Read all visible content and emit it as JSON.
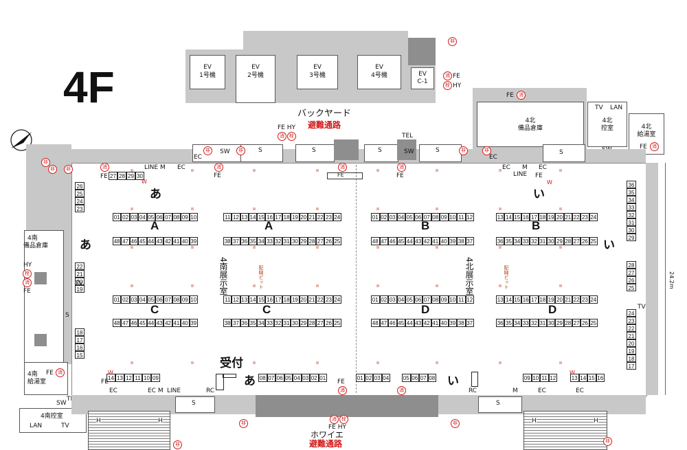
{
  "floor": "4F",
  "elevators": [
    {
      "label": "EV",
      "sub": "1号機"
    },
    {
      "label": "EV",
      "sub": "2号機"
    },
    {
      "label": "EV",
      "sub": "3号機"
    },
    {
      "label": "EV",
      "sub": "4号機"
    },
    {
      "label": "EV",
      "sub": "C-1"
    }
  ],
  "top_area": {
    "name": "バックヤード",
    "route": "避難通路"
  },
  "bottom_area": {
    "name": "ホワイエ",
    "route": "避難通路"
  },
  "rooms": {
    "north_storage": {
      "line1": "4北",
      "line2": "備品倉庫"
    },
    "north_control": {
      "line1": "4北",
      "line2": "控室"
    },
    "north_kitchen": {
      "line1": "4北",
      "line2": "給湯室"
    },
    "south_storage": {
      "line1": "4南",
      "line2": "備品倉庫"
    },
    "south_kitchen": {
      "line1": "4南",
      "line2": "給湯室"
    },
    "south_control": {
      "line1": "4南控室"
    }
  },
  "halls": {
    "south": "4南展示室",
    "north": "4北展示室",
    "pit_label": "配線ピット"
  },
  "reception": "受付",
  "dimension": "24.2m",
  "symbols": {
    "extinguisher": "消",
    "hydrant": "栓",
    "emergency": "非",
    "fe": "FE",
    "hy": "HY",
    "fe_hy": "FE HY",
    "sw": "SW",
    "tel": "TEL",
    "line": "LINE",
    "m": "M",
    "ec": "EC",
    "rc": "RC",
    "w": "W",
    "s": "S",
    "tv": "TV",
    "lan": "LAN",
    "h": "H",
    "line_m": "LINE M",
    "ec_m": "EC M"
  },
  "sections": [
    "A",
    "A",
    "B",
    "B",
    "C",
    "C",
    "D",
    "D"
  ],
  "kana": [
    "あ",
    "あ",
    "あ",
    "い",
    "い",
    "い"
  ],
  "booth_rows": {
    "r1a": [
      "01",
      "02",
      "03",
      "04",
      "05",
      "06",
      "07",
      "08",
      "09",
      "10"
    ],
    "r1b": [
      "11",
      "12",
      "13",
      "14",
      "15",
      "16",
      "17",
      "18",
      "19",
      "20",
      "21",
      "22",
      "23",
      "24"
    ],
    "r1c": [
      "01",
      "02",
      "03",
      "04",
      "05",
      "06",
      "07",
      "08",
      "09",
      "10",
      "11",
      "12"
    ],
    "r1d": [
      "13",
      "14",
      "15",
      "16",
      "17",
      "18",
      "19",
      "20",
      "21",
      "22",
      "23",
      "24"
    ],
    "r2a": [
      "48",
      "47",
      "46",
      "45",
      "44",
      "43",
      "42",
      "41",
      "40",
      "39"
    ],
    "r2b": [
      "38",
      "37",
      "36",
      "35",
      "34",
      "33",
      "32",
      "31",
      "30",
      "29",
      "28",
      "27",
      "26",
      "25"
    ],
    "r2c": [
      "48",
      "47",
      "46",
      "45",
      "44",
      "43",
      "42",
      "41",
      "40",
      "39",
      "38",
      "37"
    ],
    "r2d": [
      "36",
      "35",
      "34",
      "33",
      "32",
      "31",
      "30",
      "29",
      "28",
      "27",
      "26",
      "25"
    ],
    "r3a": [
      "01",
      "02",
      "03",
      "04",
      "05",
      "06",
      "07",
      "08",
      "09",
      "10"
    ],
    "r3b": [
      "11",
      "12",
      "13",
      "14",
      "15",
      "16",
      "17",
      "18",
      "19",
      "20",
      "21",
      "22",
      "23",
      "24"
    ],
    "r3c": [
      "01",
      "02",
      "03",
      "04",
      "05",
      "06",
      "07",
      "08",
      "09",
      "10",
      "11",
      "12"
    ],
    "r3d": [
      "13",
      "14",
      "15",
      "16",
      "17",
      "18",
      "19",
      "20",
      "21",
      "22",
      "23",
      "24"
    ],
    "r4a": [
      "48",
      "47",
      "46",
      "45",
      "44",
      "43",
      "42",
      "41",
      "40",
      "39"
    ],
    "r4b": [
      "38",
      "37",
      "36",
      "35",
      "34",
      "33",
      "32",
      "31",
      "30",
      "29",
      "28",
      "27",
      "26",
      "25"
    ],
    "r4c": [
      "48",
      "47",
      "46",
      "45",
      "44",
      "43",
      "42",
      "41",
      "40",
      "39",
      "38",
      "37"
    ],
    "r4d": [
      "36",
      "35",
      "34",
      "33",
      "32",
      "31",
      "30",
      "29",
      "28",
      "27",
      "26",
      "25"
    ],
    "top_left": [
      "27",
      "28",
      "29",
      "30"
    ],
    "left_col1": [
      "26",
      "25",
      "24",
      "23"
    ],
    "left_col2": [
      "22",
      "21",
      "20",
      "19"
    ],
    "left_col3": [
      "18",
      "17",
      "16",
      "15"
    ],
    "right_col1": [
      "36",
      "35",
      "34",
      "33",
      "32",
      "31",
      "30",
      "29"
    ],
    "right_col2": [
      "28",
      "27",
      "26",
      "25"
    ],
    "right_col3": [
      "24",
      "23",
      "22",
      "21",
      "20",
      "19",
      "18",
      "17"
    ],
    "bottom_1": [
      "14",
      "13",
      "12",
      "11",
      "10",
      "09"
    ],
    "bottom_2": [
      "08",
      "07",
      "06",
      "05",
      "04",
      "03",
      "02",
      "01"
    ],
    "bottom_3": [
      "01",
      "02",
      "03",
      "04"
    ],
    "bottom_4": [
      "05",
      "06",
      "07",
      "08"
    ],
    "bottom_5": [
      "09",
      "10",
      "11",
      "12"
    ],
    "bottom_6": [
      "13",
      "14",
      "15",
      "16"
    ]
  }
}
